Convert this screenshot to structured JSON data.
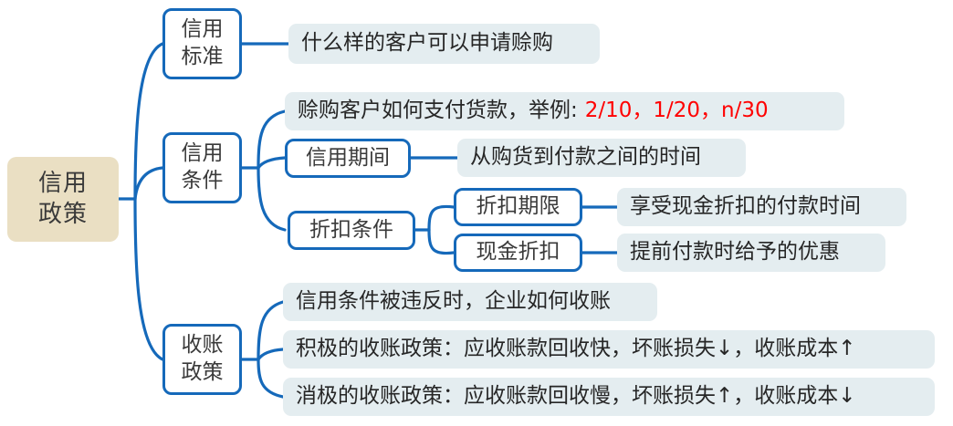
{
  "diagram": {
    "type": "mindmap",
    "title": "信用政策",
    "root": {
      "label": "信用\n政策"
    },
    "branches": [
      {
        "id": "credit-standard",
        "label": "信用\n标准",
        "children": [
          {
            "id": "credit-standard-desc",
            "text": "什么样的客户可以申请赊购"
          }
        ]
      },
      {
        "id": "credit-terms",
        "label": "信用\n条件",
        "children": [
          {
            "id": "credit-terms-desc",
            "text_plain": "赊购客户如何支付货款，举例:",
            "text_red": "2/10，1/20，n/30"
          },
          {
            "id": "credit-period",
            "label": "信用期间",
            "children": [
              {
                "id": "credit-period-desc",
                "text": "从购货到付款之间的时间"
              }
            ]
          },
          {
            "id": "discount-terms",
            "label": "折扣条件",
            "children": [
              {
                "id": "discount-period",
                "label": "折扣期限",
                "children": [
                  {
                    "id": "discount-period-desc",
                    "text": "享受现金折扣的付款时间"
                  }
                ]
              },
              {
                "id": "cash-discount",
                "label": "现金折扣",
                "children": [
                  {
                    "id": "cash-discount-desc",
                    "text": "提前付款时给予的优惠"
                  }
                ]
              }
            ]
          }
        ]
      },
      {
        "id": "collection-policy",
        "label": "收账\n政策",
        "children": [
          {
            "id": "collection-policy-desc",
            "text": "信用条件被违反时，企业如何收账"
          },
          {
            "id": "collection-aggressive",
            "text": "积极的收账政策：应收账款回收快，坏账损失↓，收账成本↑"
          },
          {
            "id": "collection-passive",
            "text": "消极的收账政策：应收账款回收慢，坏账损失↑，收账成本↓"
          }
        ]
      }
    ],
    "colors": {
      "root_fill": "#eadfc3",
      "branch_fill": "#ffffff",
      "branch_border": "#1569ba",
      "leaf_fill": "#e4edf0",
      "connector": "#1569ba",
      "text": "#3a3a3a",
      "accent_red": "#ff0000",
      "background": "#ffffff"
    }
  }
}
